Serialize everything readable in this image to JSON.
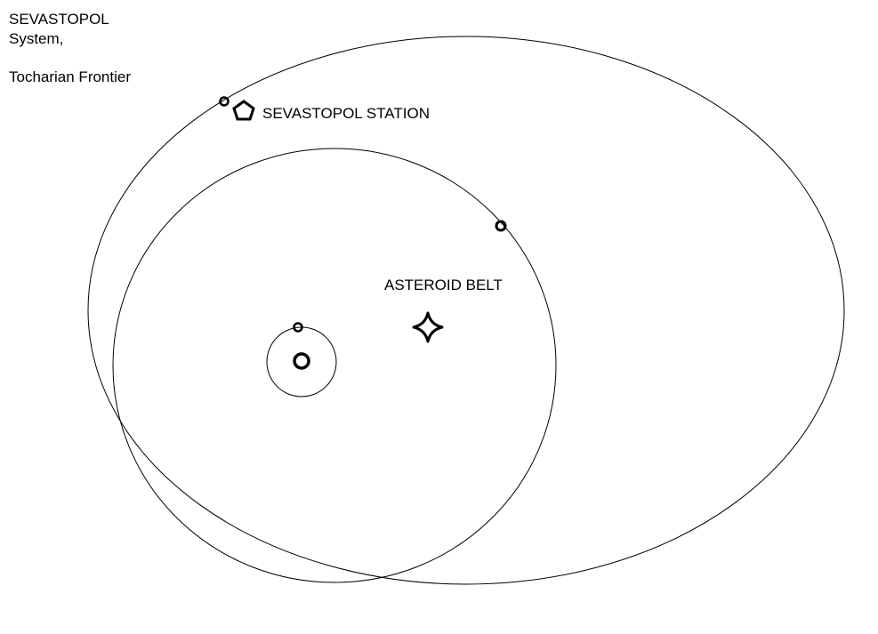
{
  "title": {
    "line1": "SEVASTOPOL",
    "line2": "System,",
    "line3": "Tocharian Frontier"
  },
  "labels": {
    "station": "SEVASTOPOL STATION",
    "asteroid_belt": "ASTEROID BELT"
  },
  "icons": {
    "star": "circle-icon",
    "station": "pentagon-icon",
    "asteroid_belt": "four-point-star-icon",
    "planet": "small-ring-icon"
  },
  "colors": {
    "background": "#ffffff",
    "ink": "#000000"
  }
}
